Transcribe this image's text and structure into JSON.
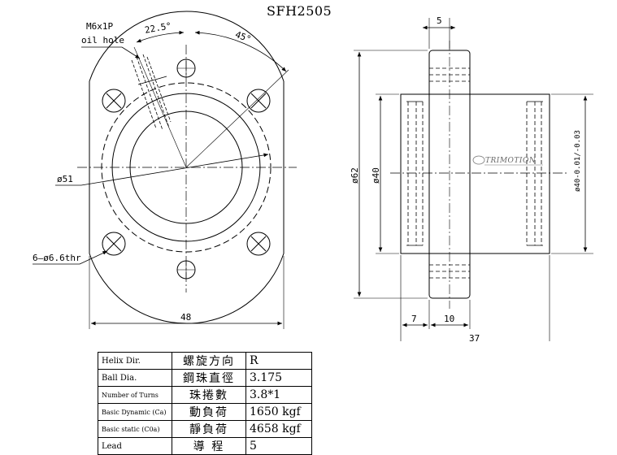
{
  "title": "SFH2505",
  "front_view": {
    "oil_hole_label": "M6x1P",
    "oil_hole_label2": "oil hole",
    "angle_small": "22.5°",
    "angle_large": "45°",
    "pcd_label": "ø51",
    "hole_label": "6—ø6.6thr",
    "width_label": "48"
  },
  "side_view": {
    "flange_thickness": "5",
    "od_flange": "ø62",
    "od_body": "ø40",
    "od_tolerance": "ø40-0.01/-0.03",
    "dim_7": "7",
    "dim_10": "10",
    "length": "37",
    "brand": "TRIMOTION"
  },
  "spec_table": [
    {
      "en": "Helix  Dir.",
      "cn": "螺旋方向",
      "value": "R"
    },
    {
      "en": "Ball Dia.",
      "cn": "鋼珠直徑",
      "value": "3.175"
    },
    {
      "en": "Number of Turns",
      "cn": "珠捲數",
      "value": "3.8*1"
    },
    {
      "en": "Basic Dynamic (Ca)",
      "cn": "動負荷",
      "value": "1650 kgf"
    },
    {
      "en": "Basic static (C0a)",
      "cn": "靜負荷",
      "value": "4658 kgf"
    },
    {
      "en": "Lead",
      "cn": "導  程",
      "value": "5"
    }
  ]
}
